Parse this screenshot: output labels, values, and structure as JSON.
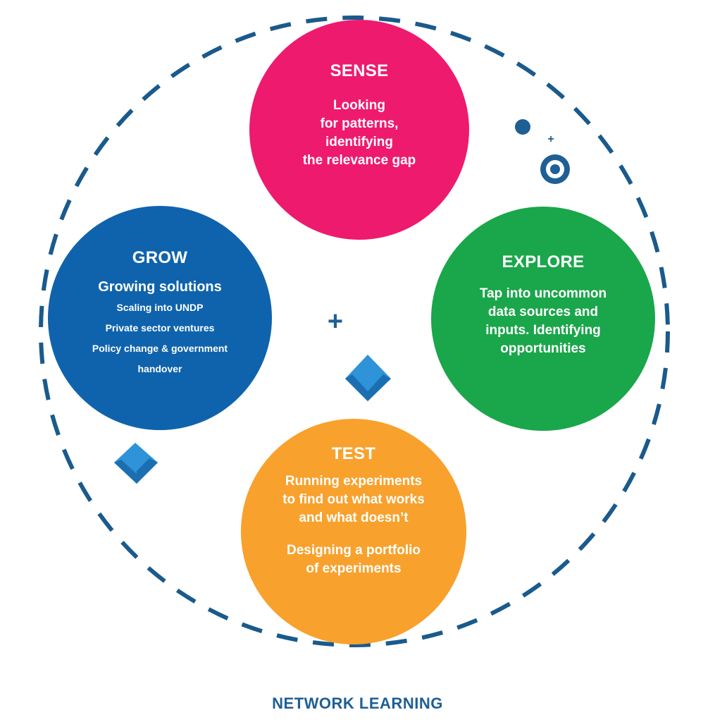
{
  "colors": {
    "ring": "#1a5a8c",
    "sense": "#ee1a6e",
    "grow": "#0f63ad",
    "explore": "#1aa64a",
    "test": "#f8a12d",
    "label": "#1e5f94",
    "cube_light": "#2e93d9",
    "cube_dark": "#1b6fb0"
  },
  "nodes": {
    "sense": {
      "title": "SENSE",
      "lines": [
        "Looking",
        "for patterns,",
        "identifying",
        "the relevance gap"
      ]
    },
    "explore": {
      "title": "EXPLORE",
      "lines": [
        "Tap into uncommon",
        "data sources and",
        "inputs. Identifying",
        "opportunities"
      ]
    },
    "grow": {
      "title": "GROW",
      "headline": "Growing solutions",
      "items": [
        "Scaling into UNDP",
        "Private sector ventures",
        "Policy change & government",
        "handover"
      ]
    },
    "test": {
      "title": "TEST",
      "lines": [
        "Running experiments",
        "to find out what works",
        "and what doesn’t"
      ],
      "lines2": [
        "Designing a portfolio",
        "of experiments"
      ]
    }
  },
  "center_symbol": "+",
  "small_symbol": "+",
  "footer": "NETWORK LEARNING"
}
